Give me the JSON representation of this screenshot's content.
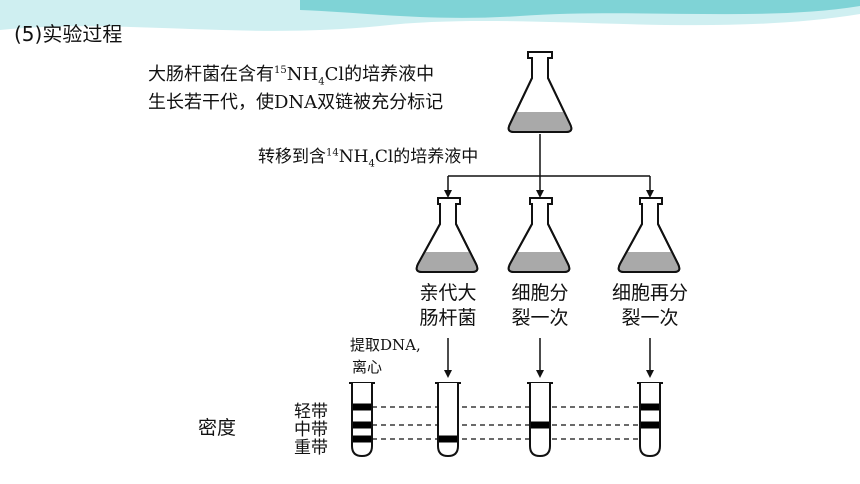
{
  "colors": {
    "banner_light": "#cfeff1",
    "banner_mid": "#7fd3d6",
    "medium_gray": "#a9a9a9",
    "band_black": "#000000"
  },
  "section_title": "(5)实验过程",
  "intro": {
    "line1_pre": "大肠杆菌在含有",
    "line1_sup": "15",
    "line1_nh": "NH",
    "line1_sub": "4",
    "line1_post": "Cl的培养液中",
    "line2": "生长若干代，使DNA双链被充分标记"
  },
  "transfer": {
    "pre": "转移到含",
    "sup": "14",
    "nh": "NH",
    "sub": "4",
    "post": "Cl的培养液中"
  },
  "flask_labels": [
    {
      "line1": "亲代大",
      "line2": "肠杆菌"
    },
    {
      "line1": "细胞分",
      "line2": "裂一次"
    },
    {
      "line1": "细胞再分",
      "line2": "裂一次"
    }
  ],
  "extract": {
    "line1": "提取DNA,",
    "line2": "离心"
  },
  "density_label": "密度",
  "band_labels": {
    "light": "轻带",
    "middle": "中带",
    "heavy": "重带"
  },
  "tubes": [
    {
      "name": "reference",
      "bands": [
        "light",
        "middle",
        "heavy"
      ]
    },
    {
      "name": "parent",
      "bands": [
        "heavy"
      ]
    },
    {
      "name": "first-division",
      "bands": [
        "middle"
      ]
    },
    {
      "name": "second-division",
      "bands": [
        "light",
        "middle"
      ]
    }
  ],
  "icons": [
    "flask-icon",
    "test-tube-icon",
    "arrow-down-icon"
  ]
}
